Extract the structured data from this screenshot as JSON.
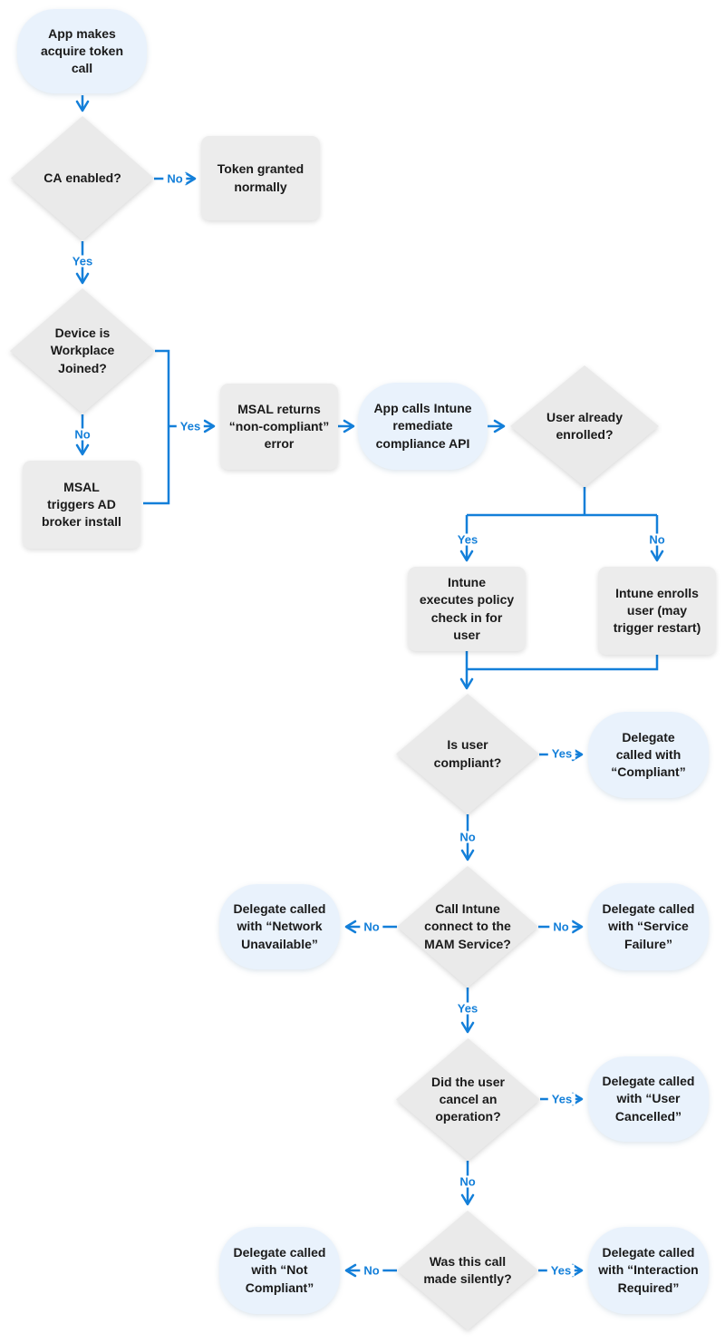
{
  "colors": {
    "connector": "#137fd9",
    "decision_fill": "#eaeaea",
    "process_fill": "#ececec",
    "terminal_fill": "#e9f2fc",
    "text": "#1a1a1a"
  },
  "nodes": {
    "start": {
      "type": "terminal",
      "text": "App makes\nacquire token\ncall"
    },
    "ca_enabled": {
      "type": "decision",
      "text_bold": "CA",
      "text_rest": " enabled?"
    },
    "token_granted": {
      "type": "process",
      "text": "Token granted\nnormally"
    },
    "workplace_joined": {
      "type": "decision",
      "text": "Device is\nWorkplace\nJoined?"
    },
    "broker_install": {
      "type": "process",
      "text": "MSAL\ntriggers AD\nbroker install"
    },
    "msal_error": {
      "type": "process",
      "text": "MSAL returns\n“non-compliant”\nerror"
    },
    "remediate_api": {
      "type": "terminal",
      "text": "App calls Intune\nremediate\ncompliance API"
    },
    "already_enrolled": {
      "type": "decision",
      "text": "User already\nenrolled?"
    },
    "policy_checkin": {
      "type": "process",
      "text": "Intune\nexecutes policy\ncheck in for\nuser"
    },
    "enroll_user": {
      "type": "process",
      "text": "Intune enrolls\nuser (may\ntrigger restart)"
    },
    "is_compliant": {
      "type": "decision",
      "text": "Is user\ncompliant?"
    },
    "delegate_compliant": {
      "type": "terminal",
      "text": "Delegate\ncalled with\n“Compliant”"
    },
    "mam_connect": {
      "type": "decision",
      "text": "Call Intune\nconnect to the\nMAM Service?"
    },
    "delegate_network_unavailable": {
      "type": "terminal",
      "text": "Delegate called\nwith “Network\nUnavailable”"
    },
    "delegate_service_failure": {
      "type": "terminal",
      "text": "Delegate called\nwith “Service\nFailure”"
    },
    "user_cancel": {
      "type": "decision",
      "text": "Did the user\ncancel an\noperation?"
    },
    "delegate_user_cancelled": {
      "type": "terminal",
      "text": "Delegate called\nwith “User\nCancelled”"
    },
    "made_silently": {
      "type": "decision",
      "text": "Was this call\nmade silently?"
    },
    "delegate_not_compliant": {
      "type": "terminal",
      "text": "Delegate called\nwith “Not\nCompliant”"
    },
    "delegate_interaction_required": {
      "type": "terminal",
      "text": "Delegate called\nwith “Interaction\nRequired”"
    }
  },
  "edges": [
    {
      "from": "start",
      "to": "ca_enabled",
      "label": ""
    },
    {
      "from": "ca_enabled",
      "to": "token_granted",
      "label": "No"
    },
    {
      "from": "ca_enabled",
      "to": "workplace_joined",
      "label": "Yes"
    },
    {
      "from": "workplace_joined",
      "to": "broker_install",
      "label": "No"
    },
    {
      "from": "workplace_joined",
      "to": "msal_error",
      "label": "Yes"
    },
    {
      "from": "broker_install",
      "to": "msal_error",
      "label": ""
    },
    {
      "from": "msal_error",
      "to": "remediate_api",
      "label": ""
    },
    {
      "from": "remediate_api",
      "to": "already_enrolled",
      "label": ""
    },
    {
      "from": "already_enrolled",
      "to": "policy_checkin",
      "label": "Yes"
    },
    {
      "from": "already_enrolled",
      "to": "enroll_user",
      "label": "No"
    },
    {
      "from": "policy_checkin",
      "to": "is_compliant",
      "label": ""
    },
    {
      "from": "enroll_user",
      "to": "is_compliant",
      "label": ""
    },
    {
      "from": "is_compliant",
      "to": "delegate_compliant",
      "label": "Yes"
    },
    {
      "from": "is_compliant",
      "to": "mam_connect",
      "label": "No"
    },
    {
      "from": "mam_connect",
      "to": "delegate_network_unavailable",
      "label": "No"
    },
    {
      "from": "mam_connect",
      "to": "delegate_service_failure",
      "label": "No"
    },
    {
      "from": "mam_connect",
      "to": "user_cancel",
      "label": "Yes"
    },
    {
      "from": "user_cancel",
      "to": "delegate_user_cancelled",
      "label": "Yes"
    },
    {
      "from": "user_cancel",
      "to": "made_silently",
      "label": "No"
    },
    {
      "from": "made_silently",
      "to": "delegate_not_compliant",
      "label": "No"
    },
    {
      "from": "made_silently",
      "to": "delegate_interaction_required",
      "label": "Yes"
    }
  ]
}
